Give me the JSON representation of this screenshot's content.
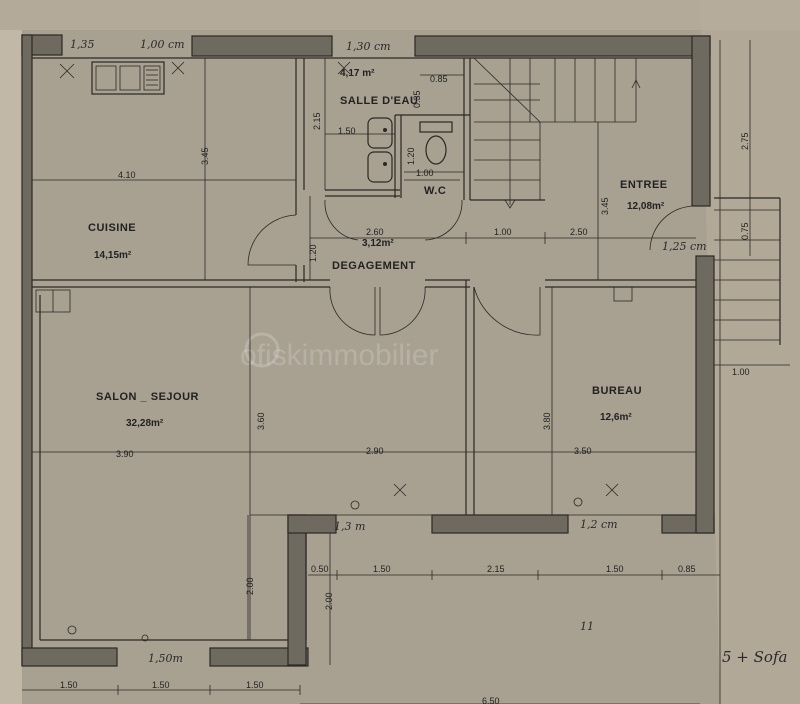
{
  "rooms": {
    "salle_eau": {
      "name": "SALLE D'EAU",
      "area": "4,17 m²"
    },
    "wc": {
      "name": "W.C"
    },
    "entree": {
      "name": "ENTREE",
      "area": "12,08m²"
    },
    "cuisine": {
      "name": "CUISINE",
      "area": "14,15m²"
    },
    "degagement": {
      "name": "DEGAGEMENT",
      "area": "3,12m²"
    },
    "salon": {
      "name": "SALON _ SEJOUR",
      "area": "32,28m²"
    },
    "bureau": {
      "name": "BUREAU",
      "area": "12,6m²"
    }
  },
  "dimensions": {
    "d_085_top": "0.85",
    "d_215": "2.15",
    "d_150_sde": "1.50",
    "d_035": "0.35",
    "d_120_wc": "1.20",
    "d_100_wc": "1.00",
    "d_345_cuisine": "3.45",
    "d_410": "4.10",
    "d_275": "2.75",
    "d_075": "0.75",
    "d_345_entree": "3.45",
    "d_260": "2.60",
    "d_120_deg": "1.20",
    "d_100_entree": "1.00",
    "d_250": "2.50",
    "d_100_stairs": "1.00",
    "d_360": "3.60",
    "d_390": "3.90",
    "d_290": "2.90",
    "d_380": "3.80",
    "d_350": "3.50",
    "d_200_salon": "2.00",
    "d_200_step": "2.00",
    "d_050": "0.50",
    "d_150_a": "1.50",
    "d_215_bottom": "2.15",
    "d_150_b": "1.50",
    "d_085_bottom": "0.85",
    "d_150_c": "1.50",
    "d_150_d": "1.50",
    "d_150_e": "1.50",
    "d_650": "6.50"
  },
  "handwritten": {
    "h_135": "1,35",
    "h_100cm": "1,00 cm",
    "h_130cm": "1,30 cm",
    "h_125cm": "1,25 cm",
    "h_13m": "1,3 m",
    "h_12cm": "1,2 cm",
    "h_150m": "1,50m",
    "h_5_sofa": "5 + Sofa",
    "h_11": "11"
  },
  "watermark": "ofiskimmobilier",
  "colors": {
    "paper": "#a8a091",
    "wall": "#6f6a60",
    "ink": "#2b2925"
  }
}
